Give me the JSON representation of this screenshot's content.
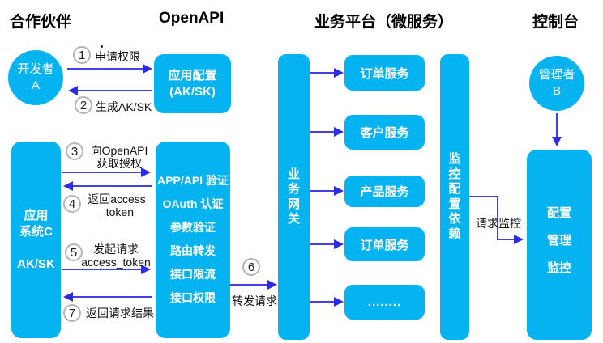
{
  "headers": {
    "partner": "合作伙伴",
    "openapi": "OpenAPI",
    "platform": "业务平台（微服务）",
    "console": "控制台"
  },
  "colors": {
    "node_fill": "#06b3f1",
    "arrow": "#3a3ae6",
    "node_text": "#ffffff"
  },
  "nodes": {
    "developer_a": "开发者\nA",
    "app_config": "应用配置\n(AK/SK)",
    "app_system_c": "应用\n系统C\n\nAK/SK",
    "business_gateway": "业务网关",
    "monitor_dependency": "监控配置依赖",
    "manager_b": "管理者\nB"
  },
  "middle_box": {
    "lines": [
      "APP/API 验证",
      "OAuth 认证",
      "参数验证",
      "路由转发",
      "接口限流",
      "接口权限"
    ]
  },
  "services": [
    "订单服务",
    "客户服务",
    "产品服务",
    "订单服务",
    "........"
  ],
  "console_box": {
    "lines": [
      "配置",
      "管理",
      "监控"
    ]
  },
  "steps": [
    {
      "num": "1",
      "label": "申请权限"
    },
    {
      "num": "2",
      "label": "生成AK/SK"
    },
    {
      "num": "3",
      "label": "向OpenAPI\n获取授权"
    },
    {
      "num": "4",
      "label": "返回access\n_token"
    },
    {
      "num": "5",
      "label": "发起请求\naccess_token"
    },
    {
      "num": "6",
      "label": "转发请求"
    },
    {
      "num": "7",
      "label": "返回请求结果"
    }
  ],
  "labels": {
    "request_monitor": "请求监控"
  }
}
